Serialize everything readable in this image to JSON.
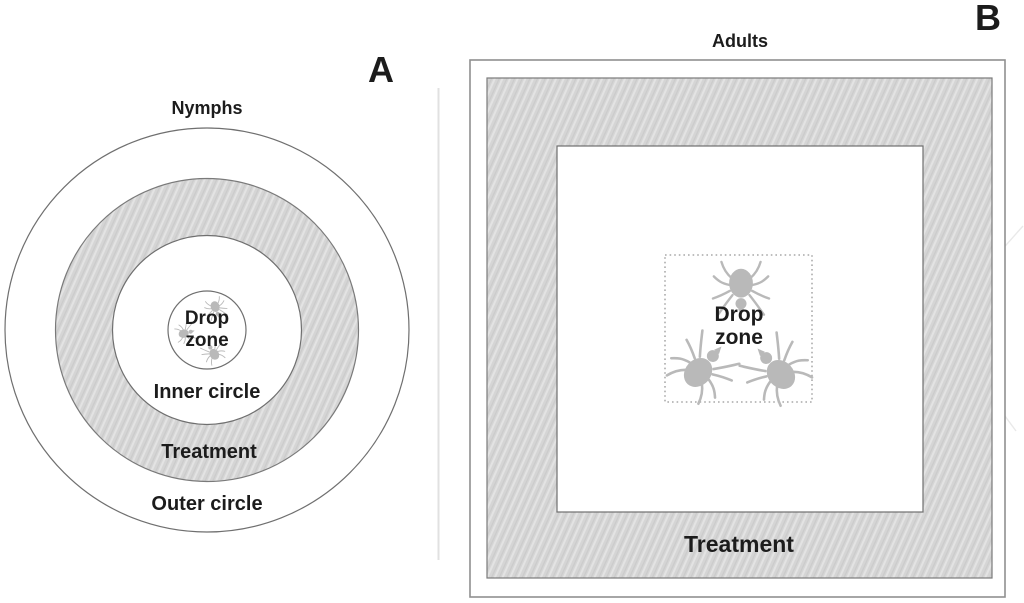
{
  "figure": {
    "panel_a": {
      "letter": "A",
      "title": "Nymphs",
      "drop_zone_line1": "Drop",
      "drop_zone_line2": "zone",
      "inner_circle_label": "Inner circle",
      "treatment_label": "Treatment",
      "outer_circle_label": "Outer circle"
    },
    "panel_b": {
      "letter": "B",
      "title": "Adults",
      "drop_zone_line1": "Drop",
      "drop_zone_line2": "zone",
      "treatment_label": "Treatment"
    },
    "colors": {
      "text_color": "#1c1c1c",
      "tick_color": "#b9b9b9",
      "hatch_base": "#d5d5d5",
      "hatch_light": "#e3e3e3",
      "hatch_dark": "#cbcbcb"
    }
  }
}
